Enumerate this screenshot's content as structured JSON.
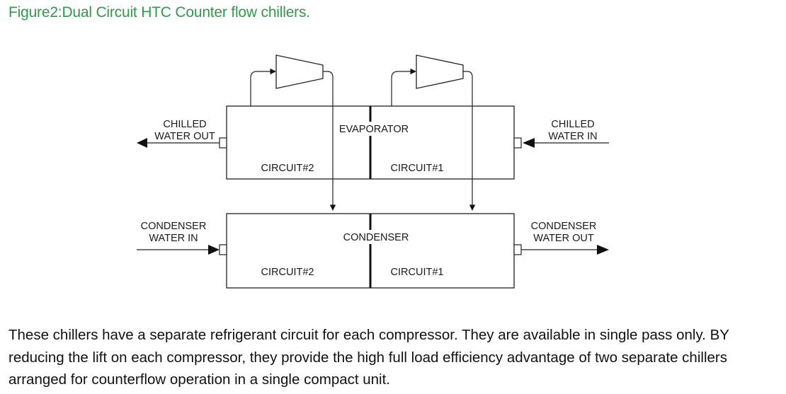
{
  "caption": "Figure2:Dual Circuit HTC Counter flow chillers.",
  "diagram": {
    "evaporator": {
      "title": "EVAPORATOR",
      "circuit_left": "CIRCUIT#2",
      "circuit_right": "CIRCUIT#1"
    },
    "condenser": {
      "title": "CONDENSER",
      "circuit_left": "CIRCUIT#2",
      "circuit_right": "CIRCUIT#1"
    },
    "chilled_water_out": [
      "CHILLED",
      "WATER OUT"
    ],
    "chilled_water_in": [
      "CHILLED",
      "WATER IN"
    ],
    "condenser_water_in": [
      "CONDENSER",
      "WATER IN"
    ],
    "condenser_water_out": [
      "CONDENSER",
      "WATER OUT"
    ]
  },
  "body_text": "These chillers have a separate refrigerant circuit for each compressor. They are available in single pass only. BY reducing the lift on each compressor, they provide the high full load efficiency advantage of two separate chillers arranged for counterflow operation in a single compact unit."
}
